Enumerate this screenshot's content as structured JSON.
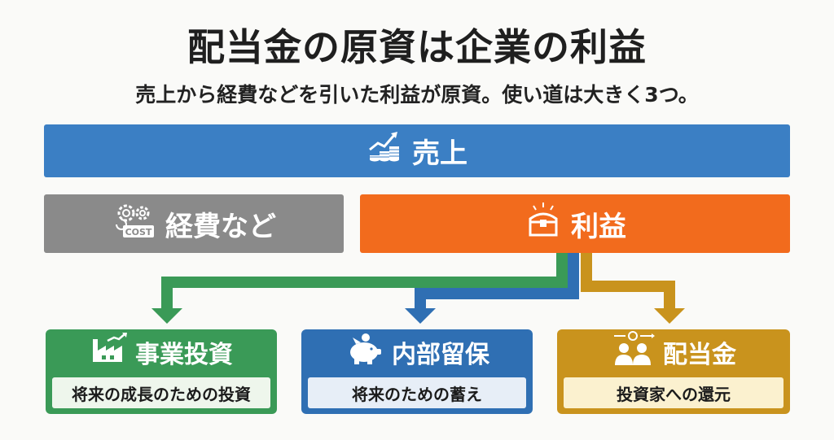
{
  "title": "配当金の原資は企業の利益",
  "subtitle": "売上から経費などを引いた利益が原資。使い道は大きく3つ。",
  "bars": {
    "sales": {
      "label": "売上",
      "icon": "chart-coins-icon",
      "color": "#3b7fc4"
    },
    "cost": {
      "label": "経費など",
      "icon": "gears-cost-icon",
      "cost_tag": "COST",
      "color": "#8a8a8a"
    },
    "profit": {
      "label": "利益",
      "icon": "treasure-chest-icon",
      "color": "#f26b1d"
    }
  },
  "uses": [
    {
      "title": "事業投資",
      "desc": "将来の成長のための投資",
      "icon": "factory-growth-icon",
      "color": "#3a9a57"
    },
    {
      "title": "内部留保",
      "desc": "将来のための蓄え",
      "icon": "piggy-bank-icon",
      "color": "#2f6fb3"
    },
    {
      "title": "配当金",
      "desc": "投資家への還元",
      "icon": "investors-dividend-icon",
      "color": "#c9931d"
    }
  ]
}
